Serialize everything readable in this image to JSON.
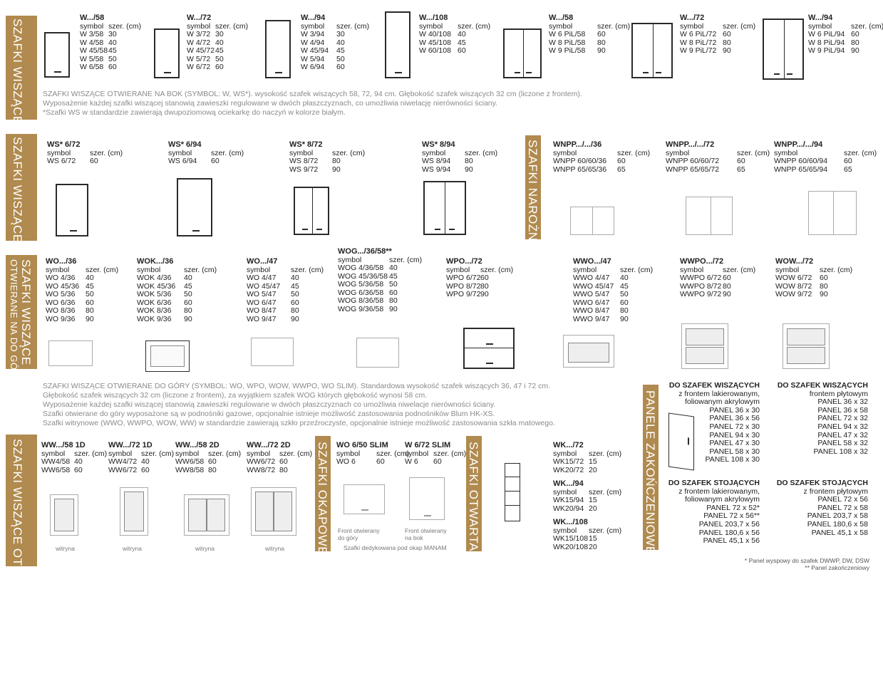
{
  "sections": {
    "s1": "SZAFKI WISZĄCE OTWIERANE NA BOK",
    "s2": "SZAFKI WISZĄCE OTWIERANE NA",
    "s3": "SZAFKI NAROŻNE",
    "s4a": "SZAFKI WISZĄCE",
    "s4b": "OTWIERANE NA DO GÓRY",
    "s5": "SZAFKI WISZĄCE OTWIERANE NA BOK",
    "s6": "SZAFKI OKAPOWE",
    "s7": "SZAFKI OTWARTA",
    "s8": "PANELE ZAKOŃCZENIOWE"
  },
  "common": {
    "symbol": "symbol",
    "szer": "szer. (cm)"
  },
  "row1": [
    {
      "title": "W.../58",
      "rows": [
        [
          "W 3/58",
          "30"
        ],
        [
          "W 4/58",
          "40"
        ],
        [
          "W 45/58",
          "45"
        ],
        [
          "W 5/58",
          "50"
        ],
        [
          "W 6/58",
          "60"
        ]
      ]
    },
    {
      "title": "W.../72",
      "rows": [
        [
          "W 3/72",
          "30"
        ],
        [
          "W 4/72",
          "40"
        ],
        [
          "W 45/72",
          "45"
        ],
        [
          "W 5/72",
          "50"
        ],
        [
          "W 6/72",
          "60"
        ]
      ]
    },
    {
      "title": "W.../94",
      "rows": [
        [
          "W 3/94",
          "30"
        ],
        [
          "W 4/94",
          "40"
        ],
        [
          "W 45/94",
          "45"
        ],
        [
          "W 5/94",
          "50"
        ],
        [
          "W 6/94",
          "60"
        ]
      ]
    },
    {
      "title": "W.../108",
      "rows": [
        [
          "W 40/108",
          "40"
        ],
        [
          "W 45/108",
          "45"
        ],
        [
          "W 60/108",
          "60"
        ]
      ]
    },
    {
      "title": "W.../58",
      "rows": [
        [
          "W 6 PiL/58",
          "60"
        ],
        [
          "W 8 PiL/58",
          "80"
        ],
        [
          "W 9 PiL/58",
          "90"
        ]
      ]
    },
    {
      "title": "W.../72",
      "rows": [
        [
          "W 6 PiL/72",
          "60"
        ],
        [
          "W 8 PiL/72",
          "80"
        ],
        [
          "W 9 PiL/72",
          "90"
        ]
      ]
    },
    {
      "title": "W.../94",
      "rows": [
        [
          "W 6 PiL/94",
          "60"
        ],
        [
          "W 8 PiL/94",
          "80"
        ],
        [
          "W 9 PiL/94",
          "90"
        ]
      ]
    }
  ],
  "note1": [
    "SZAFKI WISZĄCE OTWIERANE NA BOK (SYMBOL: W, WS*). wysokość szafek wiszących 58, 72, 94 cm. Głębokość szafek wiszących 32 cm (liczone z frontem).",
    "Wyposażenie każdej szafki wiszącej stanowią zawieszki regulowane w dwóch płaszczyznach, co umożliwia niwelację nierówności ściany.",
    "*Szafki WS w standardzie zawierają dwupoziomową ociekarkę do naczyń w kolorze białym."
  ],
  "row2": [
    {
      "title": "WS* 6/72",
      "rows": [
        [
          "WS 6/72",
          "60"
        ]
      ]
    },
    {
      "title": "WS* 6/94",
      "rows": [
        [
          "WS 6/94",
          "60"
        ]
      ]
    },
    {
      "title": "WS* 8/72",
      "rows": [
        [
          "WS 8/72",
          "80"
        ],
        [
          "WS 9/72",
          "90"
        ]
      ]
    },
    {
      "title": "WS* 8/94",
      "rows": [
        [
          "WS 8/94",
          "80"
        ],
        [
          "WS 9/94",
          "90"
        ]
      ]
    },
    {
      "title": "WNPP.../.../36",
      "rows": [
        [
          "WNPP 60/60/36",
          "60"
        ],
        [
          "WNPP 65/65/36",
          "65"
        ]
      ]
    },
    {
      "title": "WNPP.../.../72",
      "rows": [
        [
          "WNPP 60/60/72",
          "60"
        ],
        [
          "WNPP 65/65/72",
          "65"
        ]
      ]
    },
    {
      "title": "WNPP.../.../94",
      "rows": [
        [
          "WNPP 60/60/94",
          "60"
        ],
        [
          "WNPP 65/65/94",
          "65"
        ]
      ]
    }
  ],
  "row3": [
    {
      "title": "WO.../36",
      "rows": [
        [
          "WO 4/36",
          "40"
        ],
        [
          "WO 45/36",
          "45"
        ],
        [
          "WO 5/36",
          "50"
        ],
        [
          "WO 6/36",
          "60"
        ],
        [
          "WO 8/36",
          "80"
        ],
        [
          "WO 9/36",
          "90"
        ]
      ]
    },
    {
      "title": "WOK.../36",
      "rows": [
        [
          "WOK 4/36",
          "40"
        ],
        [
          "WOK 45/36",
          "45"
        ],
        [
          "WOK 5/36",
          "50"
        ],
        [
          "WOK 6/36",
          "60"
        ],
        [
          "WOK 8/36",
          "80"
        ],
        [
          "WOK 9/36",
          "90"
        ]
      ]
    },
    {
      "title": "WO.../47",
      "rows": [
        [
          "WO 4/47",
          "40"
        ],
        [
          "WO 45/47",
          "45"
        ],
        [
          "WO 5/47",
          "50"
        ],
        [
          "WO 6/47",
          "60"
        ],
        [
          "WO 8/47",
          "80"
        ],
        [
          "WO 9/47",
          "90"
        ]
      ]
    },
    {
      "title": "WOG.../36/58**",
      "rows": [
        [
          "WOG 4/36/58",
          "40"
        ],
        [
          "WOG 45/36/58",
          "45"
        ],
        [
          "WOG 5/36/58",
          "50"
        ],
        [
          "WOG 6/36/58",
          "60"
        ],
        [
          "WOG 8/36/58",
          "80"
        ],
        [
          "WOG 9/36/58",
          "90"
        ]
      ]
    },
    {
      "title": "WPO.../72",
      "rows": [
        [
          "WPO 6/72",
          "60"
        ],
        [
          "WPO 8/72",
          "80"
        ],
        [
          "WPO 9/72",
          "90"
        ]
      ]
    },
    {
      "title": "WWO.../47",
      "rows": [
        [
          "WWO 4/47",
          "40"
        ],
        [
          "WWO 45/47",
          "45"
        ],
        [
          "WWO 5/47",
          "50"
        ],
        [
          "WWO 6/47",
          "60"
        ],
        [
          "WWO 8/47",
          "80"
        ],
        [
          "WWO 9/47",
          "90"
        ]
      ]
    },
    {
      "title": "WWPO.../72",
      "rows": [
        [
          "WWPO 6/72",
          "60"
        ],
        [
          "WWPO 8/72",
          "80"
        ],
        [
          "WWPO 9/72",
          "90"
        ]
      ]
    },
    {
      "title": "WOW.../72",
      "rows": [
        [
          "WOW 6/72",
          "60"
        ],
        [
          "WOW 8/72",
          "80"
        ],
        [
          "WOW 9/72",
          "90"
        ]
      ]
    }
  ],
  "note3": [
    "SZAFKI WISZĄCE OTWIERANE DO GÓRY  (SYMBOL: WO, WPO, WOW, WWPO, WO SLIM). Standardowa wysokość szafek wiszących 36, 47 i 72 cm.",
    "Głębokość szafek wiszących 32 cm (liczone z frontem), za wyjątkiem szafek WOG których głębokość wynosi 58 cm.",
    "Wyposażenie każdej szafki wiszącej stanowią zawieszki regulowane w dwóch płaszczyznach co umożliwia niwelacje nierówności ściany.",
    "Szafki otwierane do góry wyposażone są w podnośniki gazowe, opcjonalnie istnieje możliwość zastosowania podnośników Blum HK-XS.",
    "Szafki witrynowe (WWO, WWPO, WOW, WW) w standardzie zawierają szkło przeźroczyste, opcjonalnie istnieje możliwość zastosowania szkła matowego."
  ],
  "row4": [
    {
      "title": "WW.../58 1D",
      "rows": [
        [
          "WW4/58",
          "40"
        ],
        [
          "WW6/58",
          "60"
        ]
      ]
    },
    {
      "title": "WW.../72 1D",
      "rows": [
        [
          "WW4/72",
          "40"
        ],
        [
          "WW6/72",
          "60"
        ]
      ]
    },
    {
      "title": "WW.../58 2D",
      "rows": [
        [
          "WW6/58",
          "60"
        ],
        [
          "WW8/58",
          "80"
        ]
      ]
    },
    {
      "title": "WW.../72 2D",
      "rows": [
        [
          "WW6/72",
          "60"
        ],
        [
          "WW8/72",
          "80"
        ]
      ]
    },
    {
      "title": "WO 6/50 SLIM",
      "rows": [
        [
          "WO 6",
          "60"
        ]
      ]
    },
    {
      "title": "W 6/72 SLIM",
      "rows": [
        [
          "W 6",
          "60"
        ]
      ]
    }
  ],
  "open": [
    {
      "title": "WK.../72",
      "rows": [
        [
          "WK15/72",
          "15"
        ],
        [
          "WK20/72",
          "20"
        ]
      ]
    },
    {
      "title": "WK.../94",
      "rows": [
        [
          "WK15/94",
          "15"
        ],
        [
          "WK20/94",
          "20"
        ]
      ]
    },
    {
      "title": "WK.../108",
      "rows": [
        [
          "WK15/108",
          "15"
        ],
        [
          "WK20/108",
          "20"
        ]
      ]
    }
  ],
  "captions": {
    "witryna": "witryna",
    "front1": "Front otwierany",
    "front2": "do góry",
    "front3": "na bok",
    "okap": "Szafki dedykowana pod okap MANAM"
  },
  "panels": {
    "hang_lak_title": "DO SZAFEK WISZĄCYCH",
    "hang_lak_sub": [
      "z frontem lakierowanym,",
      "foliowanym akrylowym"
    ],
    "hang_lak": [
      "PANEL 36 x 30",
      "PANEL 36 x 56",
      "PANEL 72 x 30",
      "PANEL 94 x 30",
      "PANEL 47 x 30",
      "PANEL 58 x 30",
      "PANEL 108 x 30"
    ],
    "hang_ply_title": "DO SZAFEK WISZĄCYCH",
    "hang_ply_sub": [
      "frontem płytowym"
    ],
    "hang_ply": [
      "PANEL 36 x 32",
      "PANEL 36 x 58",
      "PANEL 72 x 32",
      "PANEL 94 x 32",
      "PANEL 47 x 32",
      "PANEL 58 x 32",
      "PANEL 108 x 32"
    ],
    "stand_lak_title": "DO SZAFEK STOJĄCYCH",
    "stand_lak_sub": [
      "z frontem lakierowanym,",
      "foliowanym akrylowym"
    ],
    "stand_lak": [
      "PANEL 72 x 52*",
      "PANEL 72 x 56**",
      "PANEL 203,7 x 56",
      "PANEL 180,6 x 56",
      "PANEL 45,1 x 56"
    ],
    "stand_ply_title": "DO SZAFEK STOJĄCYCH",
    "stand_ply_sub": [
      "z frontem płytowym"
    ],
    "stand_ply": [
      "PANEL 72 x 56",
      "PANEL 72 x 58",
      "PANEL 203,7 x 58",
      "PANEL 180,6 x 58",
      "PANEL 45,1 x 58"
    ],
    "foot1": "* Panel wyspowy do szafek DWWP, DW, DSW",
    "foot2": "** Panel zakończeniowy"
  }
}
